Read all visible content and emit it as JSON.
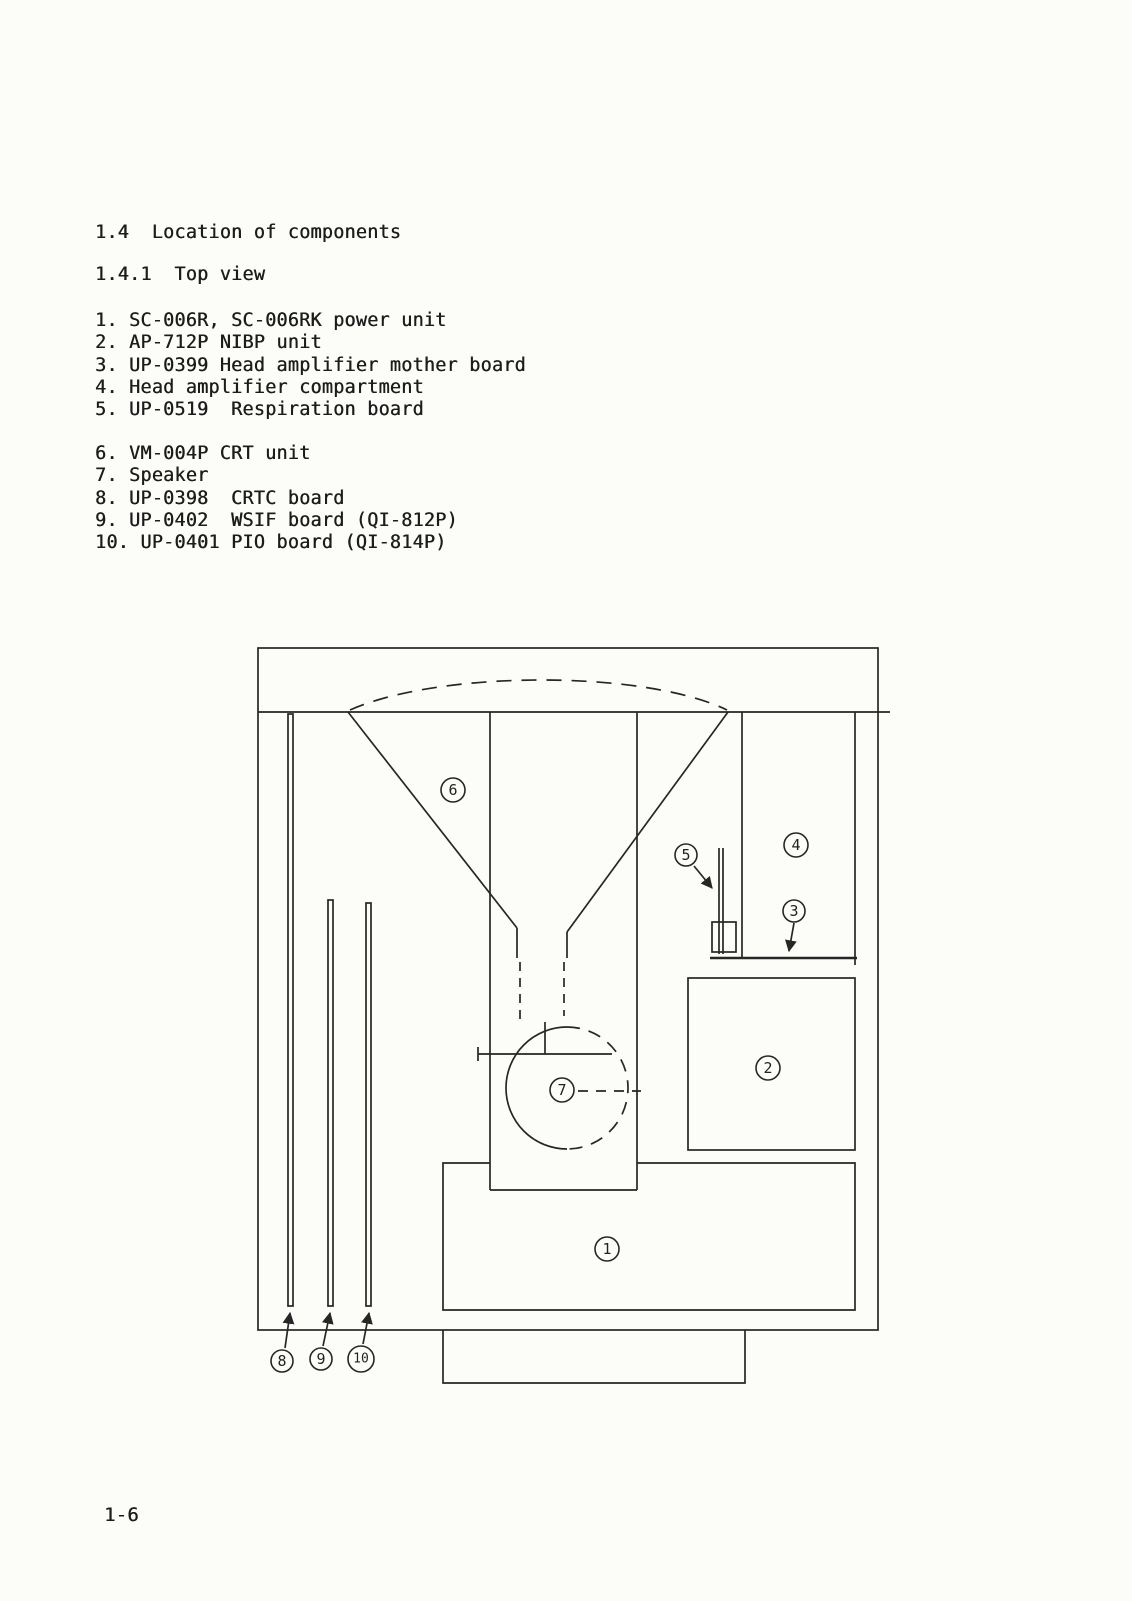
{
  "doc": {
    "section_heading": "1.4  Location of components",
    "subsection_heading": "1.4.1  Top view",
    "page_number": "1-6"
  },
  "list": {
    "group1": [
      "1. SC-006R, SC-006RK power unit",
      "2. AP-712P NIBP unit",
      "3. UP-0399 Head amplifier mother board",
      "4. Head amplifier compartment",
      "5. UP-0519  Respiration board"
    ],
    "group2": [
      "6. VM-004P CRT unit",
      "7. Speaker",
      "8. UP-0398  CRTC board",
      "9. UP-0402  WSIF board (QI-812P)",
      "10. UP-0401 PIO board (QI-814P)"
    ]
  },
  "diagram": {
    "labels": {
      "n1": "1",
      "n2": "2",
      "n3": "3",
      "n4": "4",
      "n5": "5",
      "n6": "6",
      "n7": "7",
      "n8": "8",
      "n9": "9",
      "n10": "10"
    },
    "ink_color": "#262626"
  }
}
